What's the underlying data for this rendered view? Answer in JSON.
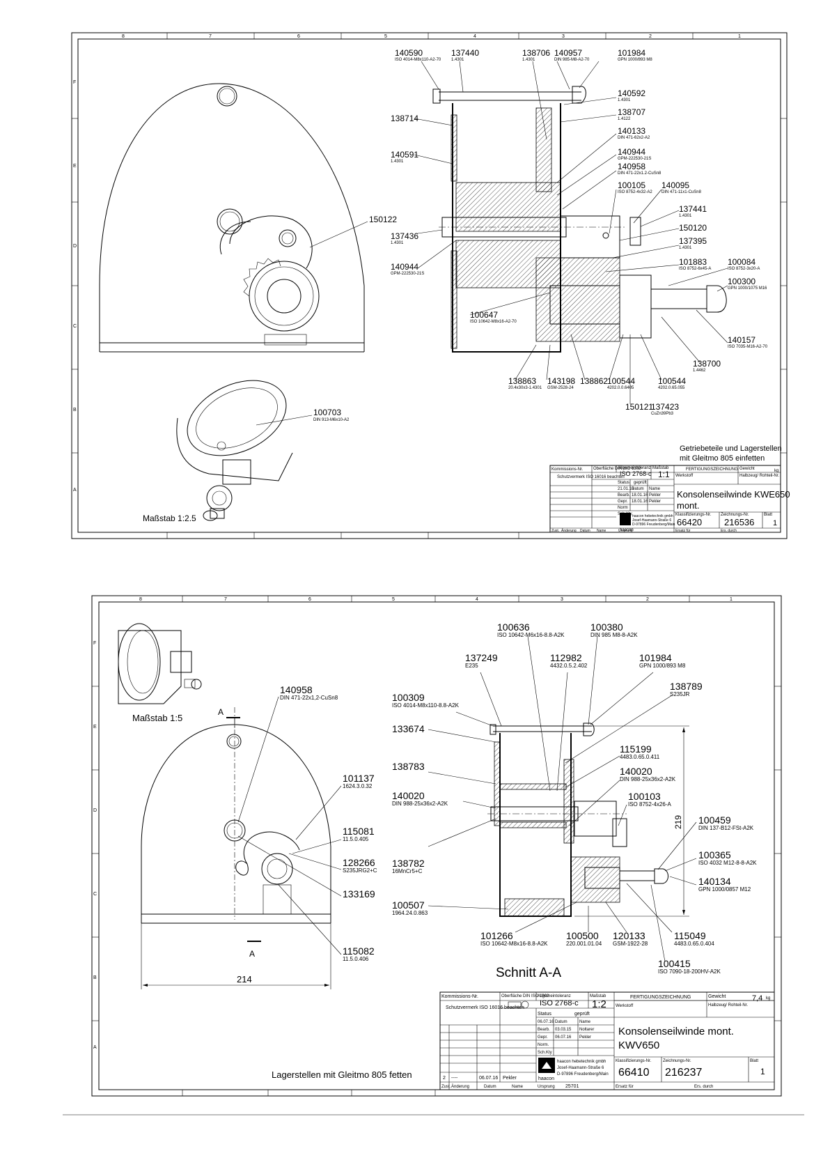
{
  "sheet1": {
    "zones_top": [
      "8",
      "7",
      "6",
      "5",
      "4",
      "3",
      "2",
      "1"
    ],
    "zones_side": [
      "F",
      "E",
      "D",
      "C",
      "B",
      "A"
    ],
    "scale_note": "Maßstab 1:2.5",
    "note": [
      "Getriebeteile und Lagerstellen",
      "mit Gleitmo 805 einfetten"
    ],
    "view_label": "150122",
    "iso_part": {
      "num": "100703",
      "spec": "DIN 913-M6x10-A2"
    },
    "parts": [
      {
        "num": "140590",
        "spec": "ISO 4014-M8x110-A2-70"
      },
      {
        "num": "137440",
        "spec": "1.4301"
      },
      {
        "num": "138706",
        "spec": "1.4301"
      },
      {
        "num": "140957",
        "spec": "DIN 985-M8-A2-70"
      },
      {
        "num": "101984",
        "spec": "GPN 1000/893 M8"
      },
      {
        "num": "140592",
        "spec": "1.4301"
      },
      {
        "num": "138707",
        "spec": "1.4122"
      },
      {
        "num": "140133",
        "spec": "DIN 471-62x2-A2"
      },
      {
        "num": "140944",
        "spec": "GPM-222530-21S"
      },
      {
        "num": "140958",
        "spec": "DIN 471-22x1.2-CuSn8"
      },
      {
        "num": "100105",
        "spec": "ISO 8752-4x32-A2"
      },
      {
        "num": "140095",
        "spec": "DIN 471-11x1-CuSn8"
      },
      {
        "num": "137441",
        "spec": "1.4301"
      },
      {
        "num": "150120",
        "spec": ""
      },
      {
        "num": "137395",
        "spec": "1.4301"
      },
      {
        "num": "101883",
        "spec": "ISO 8752-6x45-A"
      },
      {
        "num": "100084",
        "spec": "ISO 8752-3x20-A"
      },
      {
        "num": "100300",
        "spec": "GPN 1000/1075 M16"
      },
      {
        "num": "140157",
        "spec": "ISO 7035-M16-A2-70"
      },
      {
        "num": "138700",
        "spec": "1.4462"
      },
      {
        "num": "100544",
        "spec": "4202.0.65.055"
      },
      {
        "num": "137423",
        "spec": "CuZn39Pb3"
      },
      {
        "num": "150121",
        "spec": ""
      },
      {
        "num": "100544",
        "spec": "4202.0.0.6405"
      },
      {
        "num": "138862",
        "spec": ""
      },
      {
        "num": "143198",
        "spec": "GSM-2528-24"
      },
      {
        "num": "138863",
        "spec": "20.4x30x3-1.4301"
      },
      {
        "num": "100647",
        "spec": "ISO 10642-M8x16-A2-70"
      },
      {
        "num": "140944",
        "spec": "GPM-222530-21S"
      },
      {
        "num": "137436",
        "spec": "1.4301"
      },
      {
        "num": "140591",
        "spec": "1.4301"
      },
      {
        "num": "138714",
        "spec": ""
      }
    ],
    "title_block": {
      "kommission": "Kommissions-Nr.",
      "oberflaeche": "Oberfläche DIN ISO 1302",
      "toleranz_label": "Allgemeintoleranz",
      "toleranz": "ISO 2768-c",
      "massstab_label": "Maßstab",
      "massstab": "1:1",
      "kind": "FERTIGUNGSZEICHNUNG",
      "gewicht": "Gewicht",
      "kg": "kg",
      "schutz": "Schutzvermerk ISO 16016 beachten",
      "status": "Status",
      "status_val": "geprüft",
      "werkstoff": "Werkstoff",
      "halbzeug": "Halbzeug/ Rohteil-Nr.",
      "rows": [
        {
          "a": "",
          "d": "21.01.16",
          "n": ""
        },
        {
          "a": "Bearb.",
          "d": "18.01.16",
          "n": "Pekler"
        },
        {
          "a": "Gepr.",
          "d": "18.01.16",
          "n": "Pekler"
        }
      ],
      "datum": "Datum",
      "name": "Name",
      "norm": "Norm",
      "schkty": "Sch.Kty",
      "title": [
        "Konsolenseilwinde KWE650",
        "mont."
      ],
      "company": [
        "haacon hebetechnik gmbh",
        "Josef-Haamann-Straße 6",
        "D-97896 Freudenberg/Main"
      ],
      "logo": "haacon",
      "klass_label": "Klassifizierungs-Nr.",
      "klass": "66420",
      "zeichnung_label": "Zeichnungs-Nr.",
      "zeichnung": "216536",
      "blatt_label": "Blatt",
      "blatt": "1",
      "footer": [
        "Zust.",
        "Änderung",
        "Datum",
        "Name",
        "Ursprung",
        "Ersatz für",
        "Ers. durch"
      ]
    }
  },
  "sheet2": {
    "zones_top": [
      "8",
      "7",
      "6",
      "5",
      "4",
      "3",
      "2",
      "1"
    ],
    "zones_side": [
      "F",
      "E",
      "D",
      "C",
      "B",
      "A"
    ],
    "scale_note": "Maßstab 1:5",
    "section_label": "Schnitt A-A",
    "section_marker": "A",
    "dim_width": "214",
    "dim_height": "219",
    "note": "Lagerstellen mit Gleitmo 805 fetten",
    "left_parts": [
      {
        "num": "140958",
        "spec": "DIN 471-22x1,2-CuSn8"
      },
      {
        "num": "101137",
        "spec": "1624.3.0.32"
      },
      {
        "num": "115081",
        "spec": "11.5.0.405"
      },
      {
        "num": "128266",
        "spec": "S235JRG2+C"
      },
      {
        "num": "133169",
        "spec": ""
      },
      {
        "num": "115082",
        "spec": "11.5.0.406"
      }
    ],
    "right_parts": [
      {
        "num": "100636",
        "spec": "ISO 10642-M6x16-8.8-A2K"
      },
      {
        "num": "100380",
        "spec": "DIN 985 M8-8-A2K"
      },
      {
        "num": "137249",
        "spec": "E235"
      },
      {
        "num": "112982",
        "spec": "4432.0.5.2.402"
      },
      {
        "num": "101984",
        "spec": "GPN 1000/893 M8"
      },
      {
        "num": "138789",
        "spec": "S235JR"
      },
      {
        "num": "100309",
        "spec": "ISO 4014-M8x110-8.8-A2K"
      },
      {
        "num": "133674",
        "spec": ""
      },
      {
        "num": "115199",
        "spec": "4483.0.65.0.411"
      },
      {
        "num": "138783",
        "spec": ""
      },
      {
        "num": "140020",
        "spec": "DIN 988-25x36x2-A2K"
      },
      {
        "num": "140020",
        "spec": "DIN 988-25x36x2-A2K"
      },
      {
        "num": "100103",
        "spec": "ISO 8752-4x26-A"
      },
      {
        "num": "100459",
        "spec": "DIN 137-B12-FSt-A2K"
      },
      {
        "num": "138782",
        "spec": "16MnCr5+C"
      },
      {
        "num": "100365",
        "spec": "ISO 4032 M12-8-8-A2K"
      },
      {
        "num": "140134",
        "spec": "GPN 1000/0857 M12"
      },
      {
        "num": "100507",
        "spec": "1964.24.0.863"
      },
      {
        "num": "101266",
        "spec": "ISO 10642-M8x16-8.8-A2K"
      },
      {
        "num": "100500",
        "spec": "220.001.01.04"
      },
      {
        "num": "120133",
        "spec": "GSM-1922-28"
      },
      {
        "num": "115049",
        "spec": "4483.0.65.0.404"
      },
      {
        "num": "100415",
        "spec": "ISO 7090-18-200HV-A2K"
      }
    ],
    "title_block": {
      "kommission": "Kommissions-Nr.",
      "oberflaeche": "Oberfläche DIN ISO 1302",
      "toleranz_label": "Allgemeintoleranz",
      "toleranz": "ISO 2768-c",
      "massstab_label": "Maßstab",
      "massstab": "1:2",
      "kind": "FERTIGUNGSZEICHNUNG",
      "gewicht": "Gewicht",
      "gewicht_val": "7,4",
      "kg": "kg",
      "werkstoff": "Werkstoff",
      "halbzeug": "Halbzeug/ Rohteil-Nr.",
      "schutz": "Schutzvermerk ISO 16016 beachten",
      "status": "Status",
      "status_val": "geprüft",
      "rows": [
        {
          "a": "06.07.16",
          "b": "Datum",
          "c": "Name"
        },
        {
          "a": "Bearb.",
          "b": "03.03.15",
          "c": "Noltarer"
        },
        {
          "a": "Gepr.",
          "b": "06.07.16",
          "c": "Pekler"
        },
        {
          "a": "Norm.",
          "b": "",
          "c": ""
        },
        {
          "a": "Sch.Kty",
          "b": "",
          "c": ""
        }
      ],
      "title": [
        "Konsolenseilwinde mont.",
        "KWV650"
      ],
      "company": [
        "haacon hebetechnik gmbh",
        "Josef-Haamann-Straße 6",
        "D-97896 Freudenberg/Main"
      ],
      "logo": "haacon",
      "klass_label": "Klassifizierungs-Nr.",
      "klass": "66410",
      "zeichnung_label": "Zeichnungs-Nr.",
      "zeichnung": "216237",
      "blatt_label": "Blatt",
      "blatt": "1",
      "revision": {
        "zust": "2",
        "aend": "----",
        "datum": "06.07.16",
        "name": "Pekler"
      },
      "ursprung": "25701",
      "footer": [
        "Zust.",
        "Änderung",
        "Datum",
        "Name",
        "Ursprung",
        "Ersatz für",
        "Ers. durch"
      ]
    }
  }
}
